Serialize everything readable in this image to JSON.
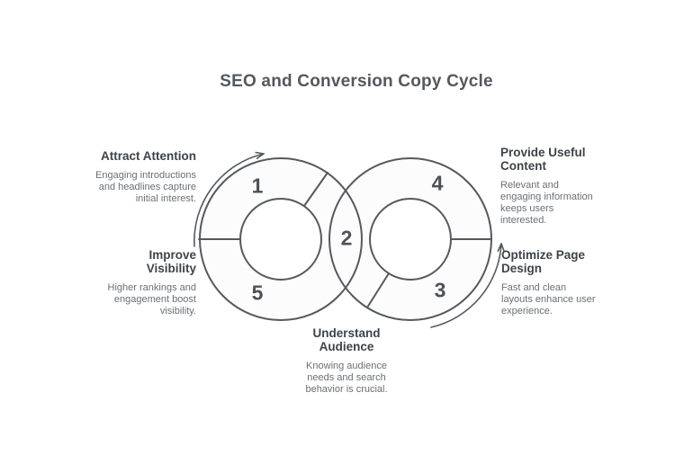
{
  "title": "SEO and Conversion Copy Cycle",
  "diagram": {
    "type": "cycle-infinity-loop",
    "steps": [
      {
        "number": "1",
        "heading": "Attract Attention",
        "description": "Engaging introductions and headlines capture initial interest."
      },
      {
        "number": "2",
        "heading": "Understand Audience",
        "description": "Knowing audience needs and search behavior is crucial."
      },
      {
        "number": "3",
        "heading": "Optimize Page Design",
        "description": "Fast and clean layouts enhance user experience."
      },
      {
        "number": "4",
        "heading": "Provide Useful Content",
        "description": "Relevant and engaging information keeps users interested."
      },
      {
        "number": "5",
        "heading": "Improve Visibility",
        "description": "Higher rankings and engagement boost visibility."
      }
    ],
    "colors": {
      "outline": "#56595c",
      "ring_fill": "#fcfcfc",
      "title_text": "#55585c",
      "heading_text": "#3f4347",
      "body_text": "#6b6f73",
      "number_text": "#4e5256"
    }
  }
}
